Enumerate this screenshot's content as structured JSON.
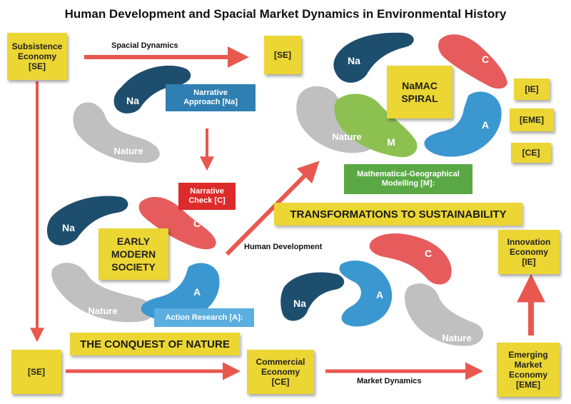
{
  "title": "Human Development and Spacial Market Dynamics in Environmental History",
  "colors": {
    "sticky": "#ebd634",
    "arrow": "#e8584f",
    "na": "#1e4e6e",
    "c": "#e65c5c",
    "a": "#3b97cf",
    "nature": "#c0c0c0",
    "m": "#8cc152",
    "narrative_approach": "#2f7fb2",
    "narrative_check": "#dd2a2a",
    "action_research": "#5aaee0",
    "modelling": "#5aa845"
  },
  "notes": {
    "subsistence_top": "Subsistence\nEconomy\n[SE]",
    "se_top_right": "[SE]",
    "se_bottom": "[SE]",
    "commercial": "Commercial\nEconomy\n[CE]",
    "emerging": "Emerging\nMarket\nEconomy\n[EME]",
    "innovation": "Innovation\nEconomy\n[IE]",
    "ie": "[IE]",
    "eme": "[EME]",
    "ce": "[CE]",
    "early_modern": "EARLY\nMODERN\nSOCIETY",
    "namac": "NaMAC\nSPIRAL"
  },
  "banners": {
    "conquest": "THE CONQUEST OF NATURE",
    "transformations": "TRANSFORMATIONS TO SUSTAINABILITY"
  },
  "tags": {
    "narrative_approach": "Narrative\nApproach [Na]",
    "narrative_check": "Narrative\nCheck [C]",
    "action_research": "Action Research [A]:",
    "modelling": "Mathematical-Geographical\nModelling [M]:"
  },
  "arrow_labels": {
    "spacial": "Spacial Dynamics",
    "human": "Human Development",
    "market": "Market Dynamics"
  },
  "shape_labels": {
    "na": "Na",
    "c": "C",
    "a": "A",
    "m": "M",
    "nature": "Nature"
  }
}
